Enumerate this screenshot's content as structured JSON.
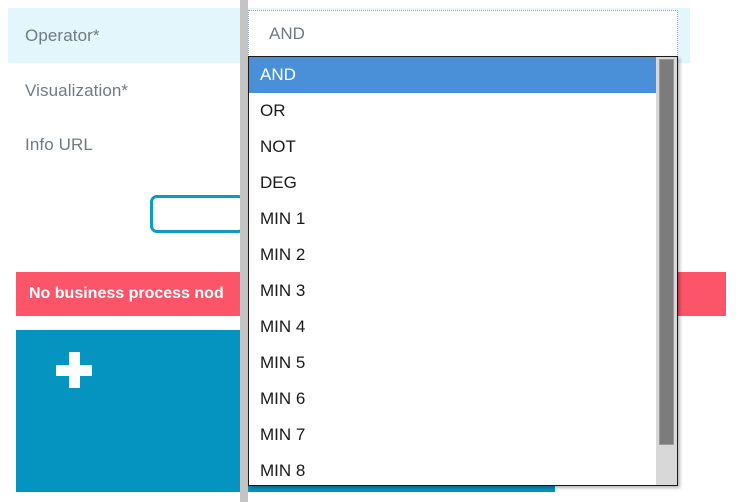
{
  "form": {
    "rows": [
      {
        "label": "Operator*",
        "highlighted": true
      },
      {
        "label": "Visualization*",
        "highlighted": false
      },
      {
        "label": "Info URL",
        "highlighted": false
      }
    ]
  },
  "operator_field": {
    "name": "operator-select",
    "selected_value": "AND",
    "expanded": true
  },
  "dropdown": {
    "options": [
      "AND",
      "OR",
      "NOT",
      "DEG",
      "MIN 1",
      "MIN 2",
      "MIN 3",
      "MIN 4",
      "MIN 5",
      "MIN 6",
      "MIN 7",
      "MIN 8"
    ],
    "selected_index": 0,
    "scrollbar": {
      "name": "dropdown-scrollbar"
    }
  },
  "error_banner": {
    "message": "No business process nod",
    "color": "#fc5468"
  },
  "add_tile": {
    "icon": "plus-icon",
    "color": "#0593bf"
  },
  "colors": {
    "highlight_row": "#e3f6fc",
    "label_text": "#6f7b83",
    "option_selected_bg": "#4a90d9",
    "accent_teal": "#0e9ac8",
    "error_red": "#fc5468",
    "tile_blue": "#0593bf"
  }
}
